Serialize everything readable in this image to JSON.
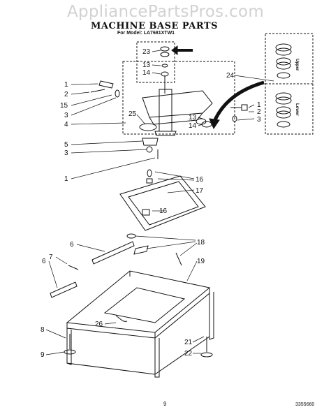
{
  "watermark": "AppliancePartsPros.com",
  "title": "MACHINE BASE PARTS",
  "subtitle": "For Model: LA7681XTW1",
  "page_number": "9",
  "diagram_number": "3355660",
  "side_labels": {
    "upper": "Upper",
    "lower": "Lower"
  },
  "callouts": [
    "1",
    "2",
    "15",
    "3",
    "4",
    "5",
    "3",
    "1",
    "23",
    "13",
    "14",
    "25",
    "24",
    "13",
    "14",
    "1",
    "2",
    "3",
    "16",
    "17",
    "16",
    "18",
    "6",
    "7",
    "6",
    "19",
    "26",
    "8",
    "9",
    "21",
    "22"
  ]
}
